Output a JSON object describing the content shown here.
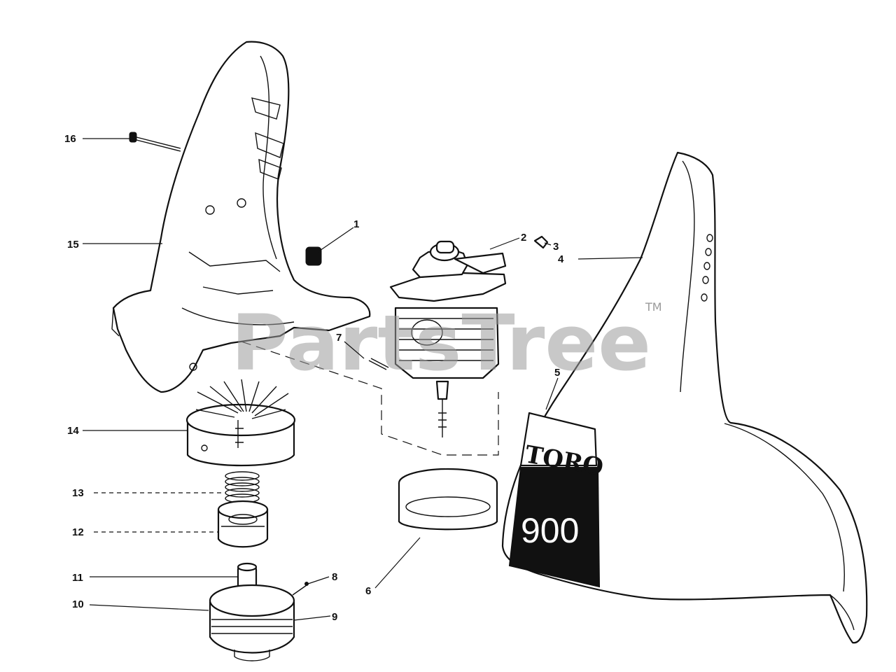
{
  "watermark": {
    "text": "PartsTree",
    "tm": "TM"
  },
  "decal": {
    "brand": "TORO",
    "model": "900"
  },
  "callouts": [
    {
      "id": "1",
      "label": "1"
    },
    {
      "id": "2",
      "label": "2"
    },
    {
      "id": "3",
      "label": "3"
    },
    {
      "id": "4",
      "label": "4"
    },
    {
      "id": "5",
      "label": "5"
    },
    {
      "id": "6",
      "label": "6"
    },
    {
      "id": "7",
      "label": "7"
    },
    {
      "id": "8",
      "label": "8"
    },
    {
      "id": "9",
      "label": "9"
    },
    {
      "id": "10",
      "label": "10"
    },
    {
      "id": "11",
      "label": "11"
    },
    {
      "id": "12",
      "label": "12"
    },
    {
      "id": "13",
      "label": "13"
    },
    {
      "id": "14",
      "label": "14"
    },
    {
      "id": "15",
      "label": "15"
    },
    {
      "id": "16",
      "label": "16"
    }
  ]
}
